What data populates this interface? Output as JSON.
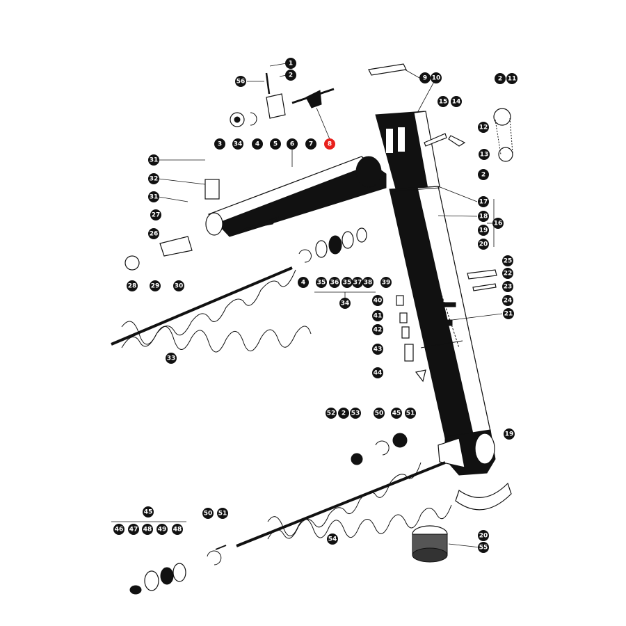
{
  "colors": {
    "ink": "#111111",
    "highlight": "#e8201c",
    "paper": "#ffffff"
  },
  "highlighted_part": "8",
  "callouts": [
    {
      "id": "c1",
      "label": "1"
    },
    {
      "id": "c2a",
      "label": "2"
    },
    {
      "id": "c56",
      "label": "56"
    },
    {
      "id": "c9",
      "label": "9"
    },
    {
      "id": "c10",
      "label": "10"
    },
    {
      "id": "c2b",
      "label": "2"
    },
    {
      "id": "c11",
      "label": "11"
    },
    {
      "id": "c15",
      "label": "15"
    },
    {
      "id": "c14",
      "label": "14"
    },
    {
      "id": "c12",
      "label": "12"
    },
    {
      "id": "c13",
      "label": "13"
    },
    {
      "id": "c2c",
      "label": "2"
    },
    {
      "id": "c3",
      "label": "3"
    },
    {
      "id": "c34a",
      "label": "34"
    },
    {
      "id": "c4a",
      "label": "4"
    },
    {
      "id": "c5",
      "label": "5"
    },
    {
      "id": "c6",
      "label": "6"
    },
    {
      "id": "c7",
      "label": "7"
    },
    {
      "id": "c8",
      "label": "8"
    },
    {
      "id": "c31a",
      "label": "31"
    },
    {
      "id": "c32",
      "label": "32"
    },
    {
      "id": "c31b",
      "label": "31"
    },
    {
      "id": "c27",
      "label": "27"
    },
    {
      "id": "c26",
      "label": "26"
    },
    {
      "id": "c17",
      "label": "17"
    },
    {
      "id": "c18",
      "label": "18"
    },
    {
      "id": "c16",
      "label": "16"
    },
    {
      "id": "c19a",
      "label": "19"
    },
    {
      "id": "c20a",
      "label": "20"
    },
    {
      "id": "c28",
      "label": "28"
    },
    {
      "id": "c29",
      "label": "29"
    },
    {
      "id": "c30",
      "label": "30"
    },
    {
      "id": "c4b",
      "label": "4"
    },
    {
      "id": "c35a",
      "label": "35"
    },
    {
      "id": "c36",
      "label": "36"
    },
    {
      "id": "c35b",
      "label": "35"
    },
    {
      "id": "c37",
      "label": "37"
    },
    {
      "id": "c38",
      "label": "38"
    },
    {
      "id": "c39",
      "label": "39"
    },
    {
      "id": "c34b",
      "label": "34"
    },
    {
      "id": "c25",
      "label": "25"
    },
    {
      "id": "c22",
      "label": "22"
    },
    {
      "id": "c23",
      "label": "23"
    },
    {
      "id": "c24",
      "label": "24"
    },
    {
      "id": "c21",
      "label": "21"
    },
    {
      "id": "c40",
      "label": "40"
    },
    {
      "id": "c41",
      "label": "41"
    },
    {
      "id": "c42",
      "label": "42"
    },
    {
      "id": "c43",
      "label": "43"
    },
    {
      "id": "c44",
      "label": "44"
    },
    {
      "id": "c33",
      "label": "33"
    },
    {
      "id": "c52",
      "label": "52"
    },
    {
      "id": "c2d",
      "label": "2"
    },
    {
      "id": "c53",
      "label": "53"
    },
    {
      "id": "c50a",
      "label": "50"
    },
    {
      "id": "c45a",
      "label": "45"
    },
    {
      "id": "c51a",
      "label": "51"
    },
    {
      "id": "c19b",
      "label": "19"
    },
    {
      "id": "c45b",
      "label": "45"
    },
    {
      "id": "c46",
      "label": "46"
    },
    {
      "id": "c47",
      "label": "47"
    },
    {
      "id": "c48a",
      "label": "48"
    },
    {
      "id": "c49",
      "label": "49"
    },
    {
      "id": "c48b",
      "label": "48"
    },
    {
      "id": "c50b",
      "label": "50"
    },
    {
      "id": "c51b",
      "label": "51"
    },
    {
      "id": "c54",
      "label": "54"
    },
    {
      "id": "c20b",
      "label": "20"
    },
    {
      "id": "c55",
      "label": "55"
    }
  ]
}
